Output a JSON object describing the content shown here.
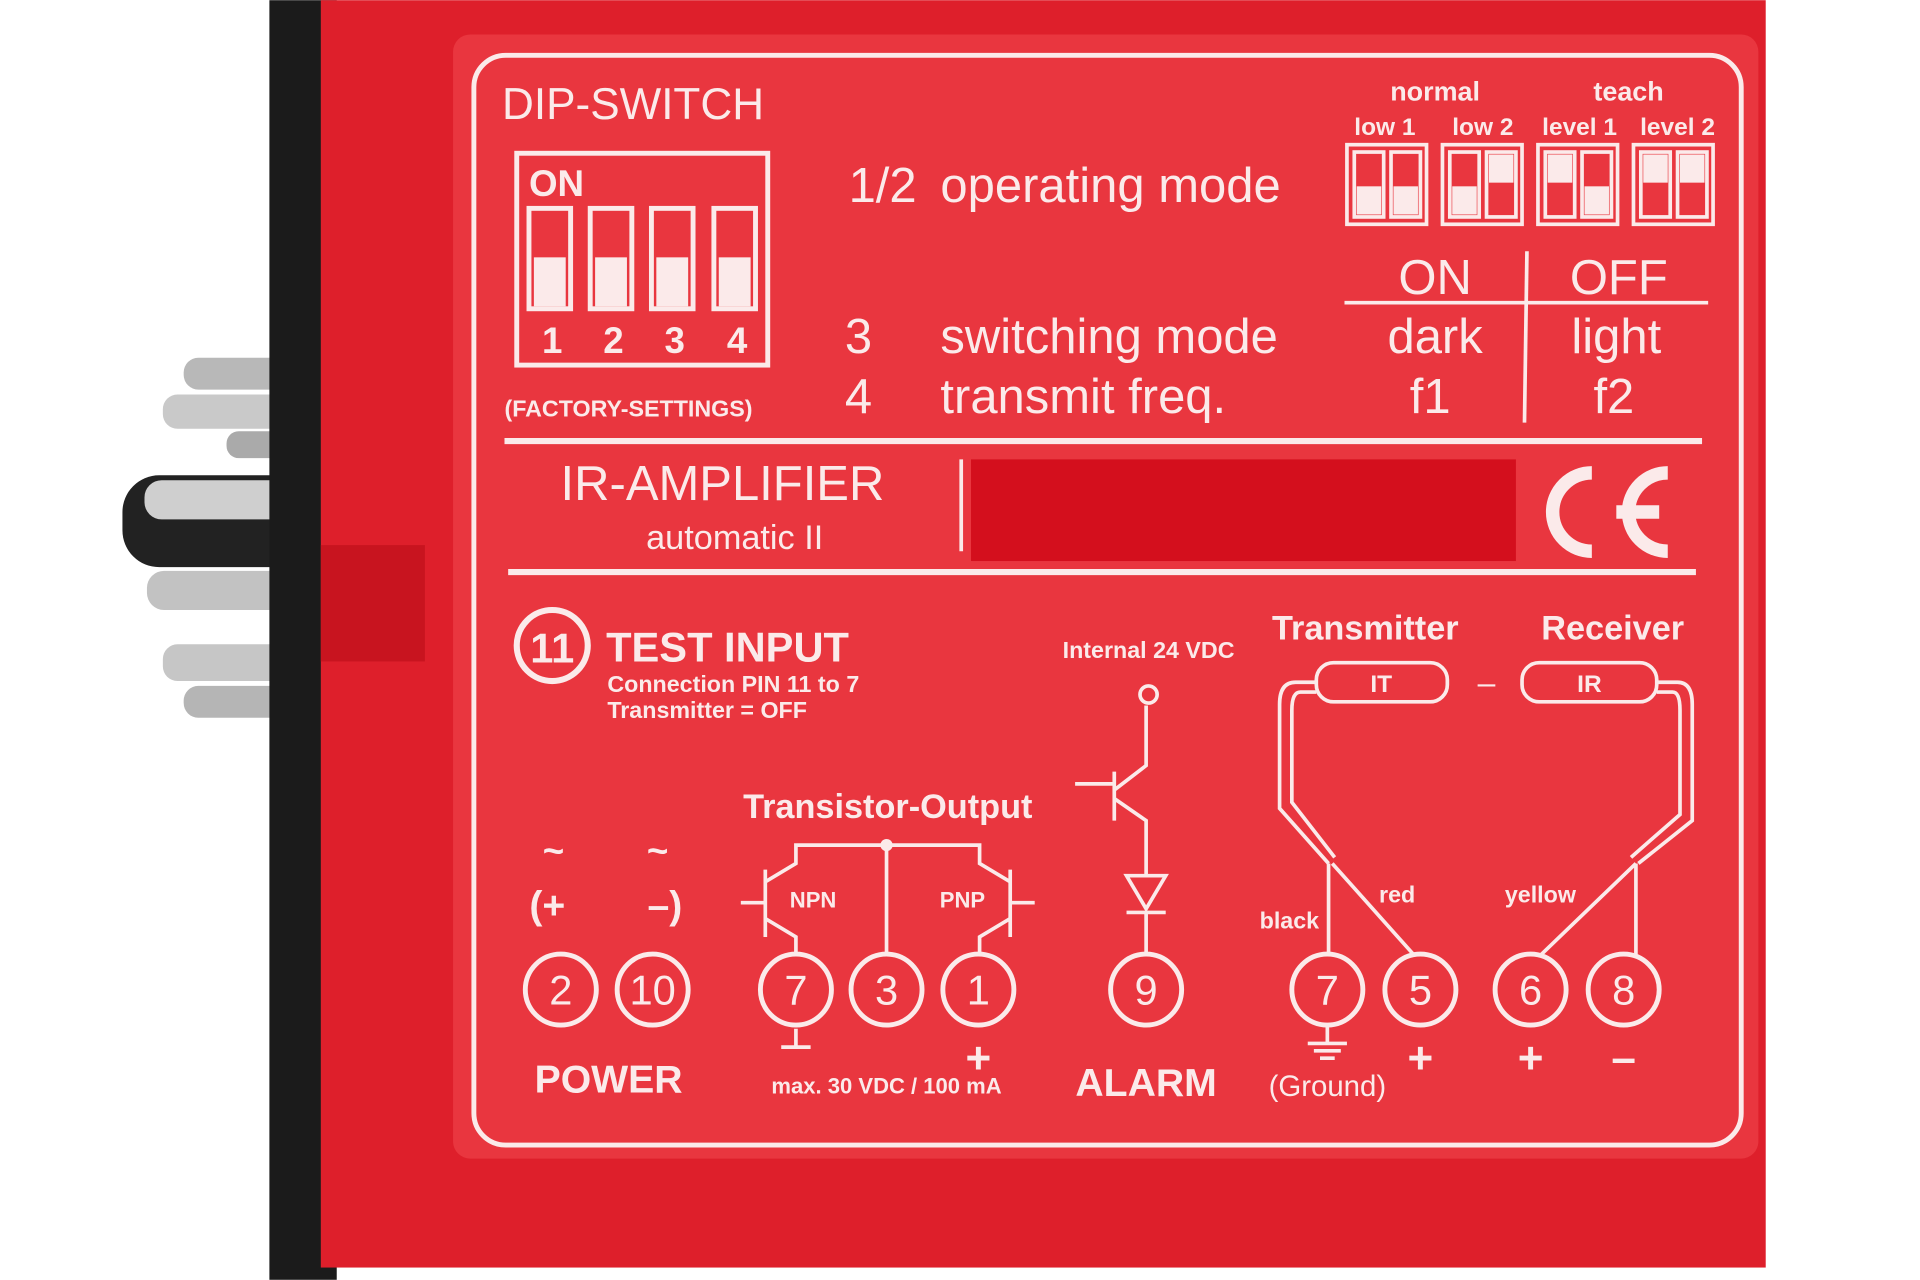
{
  "colors": {
    "body": "#de1f2b",
    "label": "#e9363f",
    "print": "#fbeaea",
    "window": "#d40f1d",
    "side": "#1b1b1b"
  },
  "dip": {
    "title": "DIP-SWITCH",
    "on": "ON",
    "numbers": [
      "1",
      "2",
      "3",
      "4"
    ],
    "factory": "(FACTORY-SETTINGS)"
  },
  "modes": {
    "row12_num": "1/2",
    "row12_label": "operating mode",
    "group_normal": "normal",
    "group_teach": "teach",
    "options": [
      "low 1",
      "low 2",
      "level 1",
      "level 2"
    ],
    "col_on": "ON",
    "col_off": "OFF",
    "row3_num": "3",
    "row3_label": "switching mode",
    "row3_on": "dark",
    "row3_off": "light",
    "row4_num": "4",
    "row4_label": "transmit freq.",
    "row4_on": "f1",
    "row4_off": "f2"
  },
  "product": {
    "name": "IR-AMPLIFIER",
    "variant": "automatic II",
    "mark": "CE"
  },
  "wiring": {
    "test_pin": "11",
    "test_title": "TEST INPUT",
    "test_line1": "Connection PIN 11 to 7",
    "test_line2": "Transmitter = OFF",
    "internal": "Internal 24 VDC",
    "transmitter": "Transmitter",
    "receiver": "Receiver",
    "it": "IT",
    "dash": "–",
    "ir": "IR",
    "transistor_output": "Transistor-Output",
    "npn": "NPN",
    "pnp": "PNP",
    "tilde": "~",
    "plus_open": "(+",
    "minus_close": "–)",
    "black": "black",
    "red": "red",
    "yellow": "yellow",
    "pins": [
      "2",
      "10",
      "7",
      "3",
      "1",
      "9",
      "7",
      "5",
      "6",
      "8"
    ],
    "plus": "+",
    "minus": "–",
    "power": "POWER",
    "max": "max. 30 VDC / 100 mA",
    "alarm": "ALARM",
    "ground": "(Ground)"
  }
}
